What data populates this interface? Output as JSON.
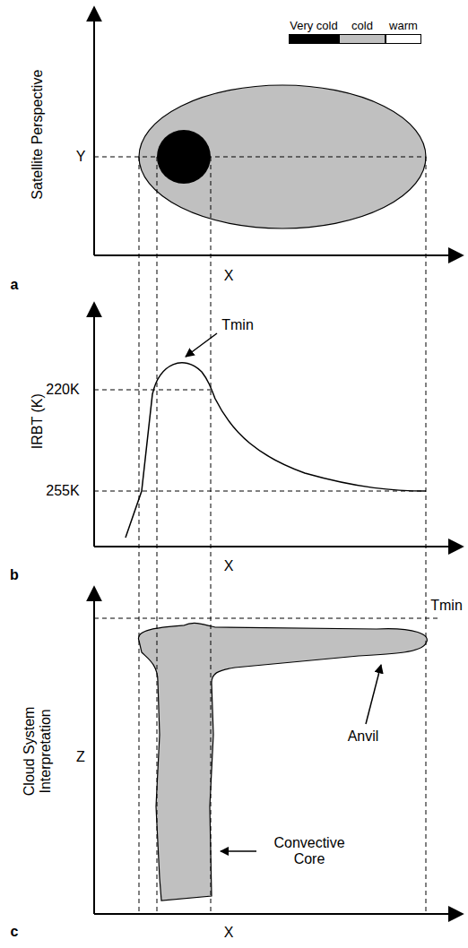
{
  "diagram": {
    "labels": [
      "Satellite Perspective",
      "Y",
      "X",
      "a",
      "IRBT (K)",
      "Tmin",
      "220K",
      "255K",
      "X",
      "b",
      "Tmin",
      "Anvil",
      "Convective Core",
      "Cloud System Interpretation",
      "Z",
      "X",
      "c"
    ],
    "legend": [
      {
        "text": "Very cold",
        "color": "#000000"
      },
      {
        "text": "cold",
        "color": "#c0c0c0"
      },
      {
        "text": "warm",
        "color": "#ffffff"
      }
    ]
  }
}
